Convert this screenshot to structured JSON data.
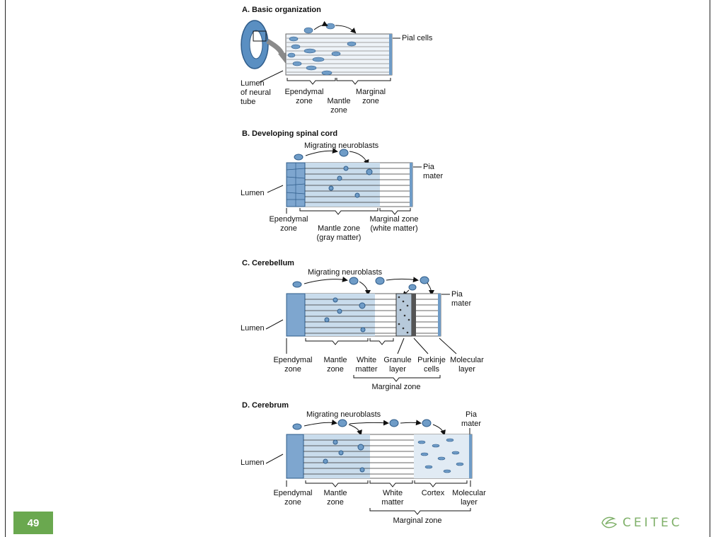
{
  "page_number": "49",
  "logo": {
    "text": "CEITEC",
    "icon": "ceitec-leaf-icon",
    "color": "#7fb069"
  },
  "colors": {
    "tissue": "#c9dcec",
    "cell": "#6f9cc7",
    "ependymal": "#7ea6cf",
    "page_badge": "#6aa84f"
  },
  "panels": {
    "a": {
      "title": "A. Basic organization",
      "pial_cells": "Pial cells",
      "lumen": [
        "Lumen",
        "of neural",
        "tube"
      ],
      "ependymal": [
        "Ependymal",
        "zone"
      ],
      "mantle": [
        "Mantle",
        "zone"
      ],
      "marginal": [
        "Marginal",
        "zone"
      ]
    },
    "b": {
      "title": "B. Developing spinal cord",
      "migrating": "Migrating neuroblasts",
      "pia": [
        "Pia",
        "mater"
      ],
      "lumen": "Lumen",
      "ependymal": [
        "Ependymal",
        "zone"
      ],
      "mantle": [
        "Mantle zone",
        "(gray matter)"
      ],
      "marginal": [
        "Marginal zone",
        "(white matter)"
      ]
    },
    "c": {
      "title": "C. Cerebellum",
      "migrating": "Migrating neuroblasts",
      "pia": [
        "Pia",
        "mater"
      ],
      "lumen": "Lumen",
      "ependymal": [
        "Ependymal",
        "zone"
      ],
      "mantle": [
        "Mantle",
        "zone"
      ],
      "white": [
        "White",
        "matter"
      ],
      "granule": [
        "Granule",
        "layer"
      ],
      "purkinje": [
        "Purkinje",
        "cells"
      ],
      "molecular": [
        "Molecular",
        "layer"
      ],
      "marginal_zone": "Marginal zone"
    },
    "d": {
      "title": "D. Cerebrum",
      "migrating": "Migrating neuroblasts",
      "pia": [
        "Pia",
        "mater"
      ],
      "lumen": "Lumen",
      "ependymal": [
        "Ependymal",
        "zone"
      ],
      "mantle": [
        "Mantle",
        "zone"
      ],
      "white": [
        "White",
        "matter"
      ],
      "cortex": "Cortex",
      "molecular": [
        "Molecular",
        "layer"
      ],
      "marginal_zone": "Marginal zone"
    }
  }
}
